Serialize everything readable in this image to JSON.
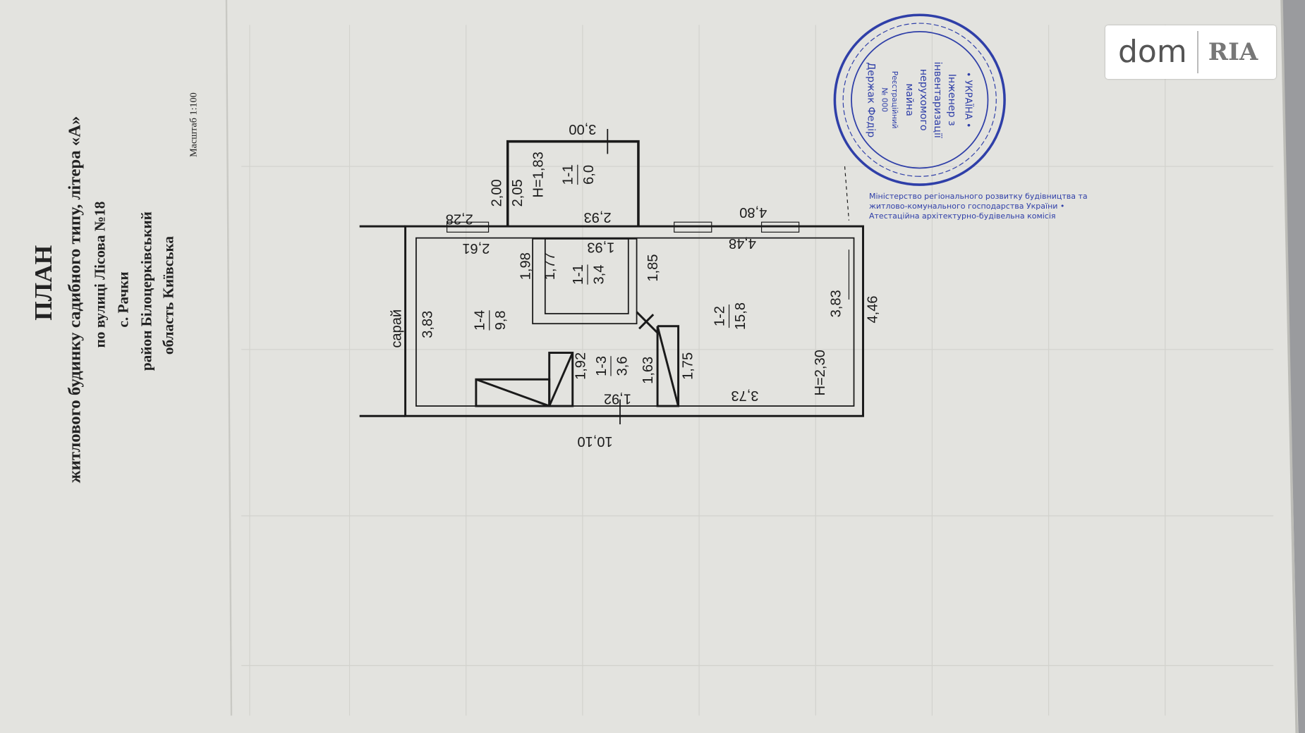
{
  "document": {
    "title": "ПЛАН",
    "subtitle": "житлового будинку садибного типу, літера «А»",
    "street": "по вулиці  Лісова №18",
    "village": "с. Рачки",
    "district": "район  Білоцерківський",
    "region": "область   Київська",
    "scale": "Масштаб 1:100"
  },
  "plan": {
    "shed_label": "сарай",
    "rooms": [
      {
        "id": "1-4",
        "area": "9,8"
      },
      {
        "id": "1-1",
        "area": "3,4"
      },
      {
        "id": "1-2",
        "area": "15,8"
      },
      {
        "id": "1-3",
        "area": "3,6"
      },
      {
        "id": "1-1",
        "area": "6,0"
      }
    ],
    "dimensions": [
      "3,83",
      "2,05",
      "Н=1,83",
      "2,00",
      "2,28",
      "2,61",
      "2,93",
      "1,93",
      "1,98",
      "1,77",
      "1,85",
      "3,00",
      "4,80",
      "4,48",
      "3,83",
      "4,46",
      "Н=2,30",
      "3,73",
      "1,92",
      "1,92",
      "1,63",
      "1,75",
      "10,10"
    ]
  },
  "stamp": {
    "lines": [
      "• УКРАЇНА •",
      "Інженер з",
      "інвентаризації",
      "нерухомого",
      "майна",
      "Реєстраційний",
      "№ 000",
      "Держак Федір"
    ],
    "ring_text": "Міністерство регіонального розвитку будівництва та житлово-комунального господарства України • Атестаційна архітектурно-будівельна комісія"
  },
  "watermark": {
    "brand_left": "dom",
    "brand_right": "RIA"
  },
  "colors": {
    "paper": "#e6e6e2",
    "stamp": "#2f3fa8",
    "ink": "#1a1a1a"
  }
}
